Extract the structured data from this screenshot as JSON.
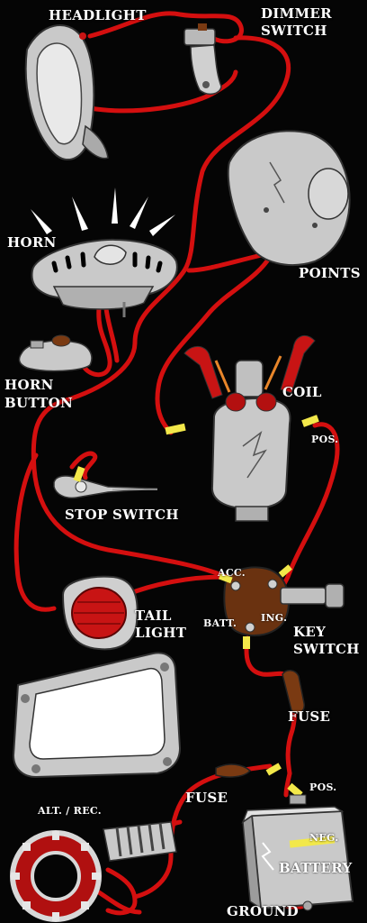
{
  "labels": {
    "headlight": "HEADLIGHT",
    "dimmer_line1": "DIMMER",
    "dimmer_line2": "SWITCH",
    "horn": "HORN",
    "points": "POINTS",
    "horn_button_line1": "HORN",
    "horn_button_line2": "BUTTON",
    "coil": "COIL",
    "coil_pos": "POS.",
    "stop_switch": "STOP SWITCH",
    "acc": "ACC.",
    "tail_line1": "TAIL",
    "tail_line2": "LIGHT",
    "batt": "BATT.",
    "ign": "ING.",
    "key_line1": "KEY",
    "key_line2": "SWITCH",
    "fuse_right": "FUSE",
    "fuse_left": "FUSE",
    "battery_pos": "POS.",
    "alt_rec": "ALT. / REC.",
    "neg": "NEG.",
    "battery": "BATTERY",
    "ground": "GROUND"
  },
  "colors": {
    "background": "#050505",
    "wire": "#d40f0f",
    "connector": "#f2e84a",
    "component": "#cfcfcf",
    "component_outline": "#3a3a3a",
    "tail_lens": "#c81414",
    "fuse_body": "#7a3a12",
    "label": "#ffffff"
  }
}
